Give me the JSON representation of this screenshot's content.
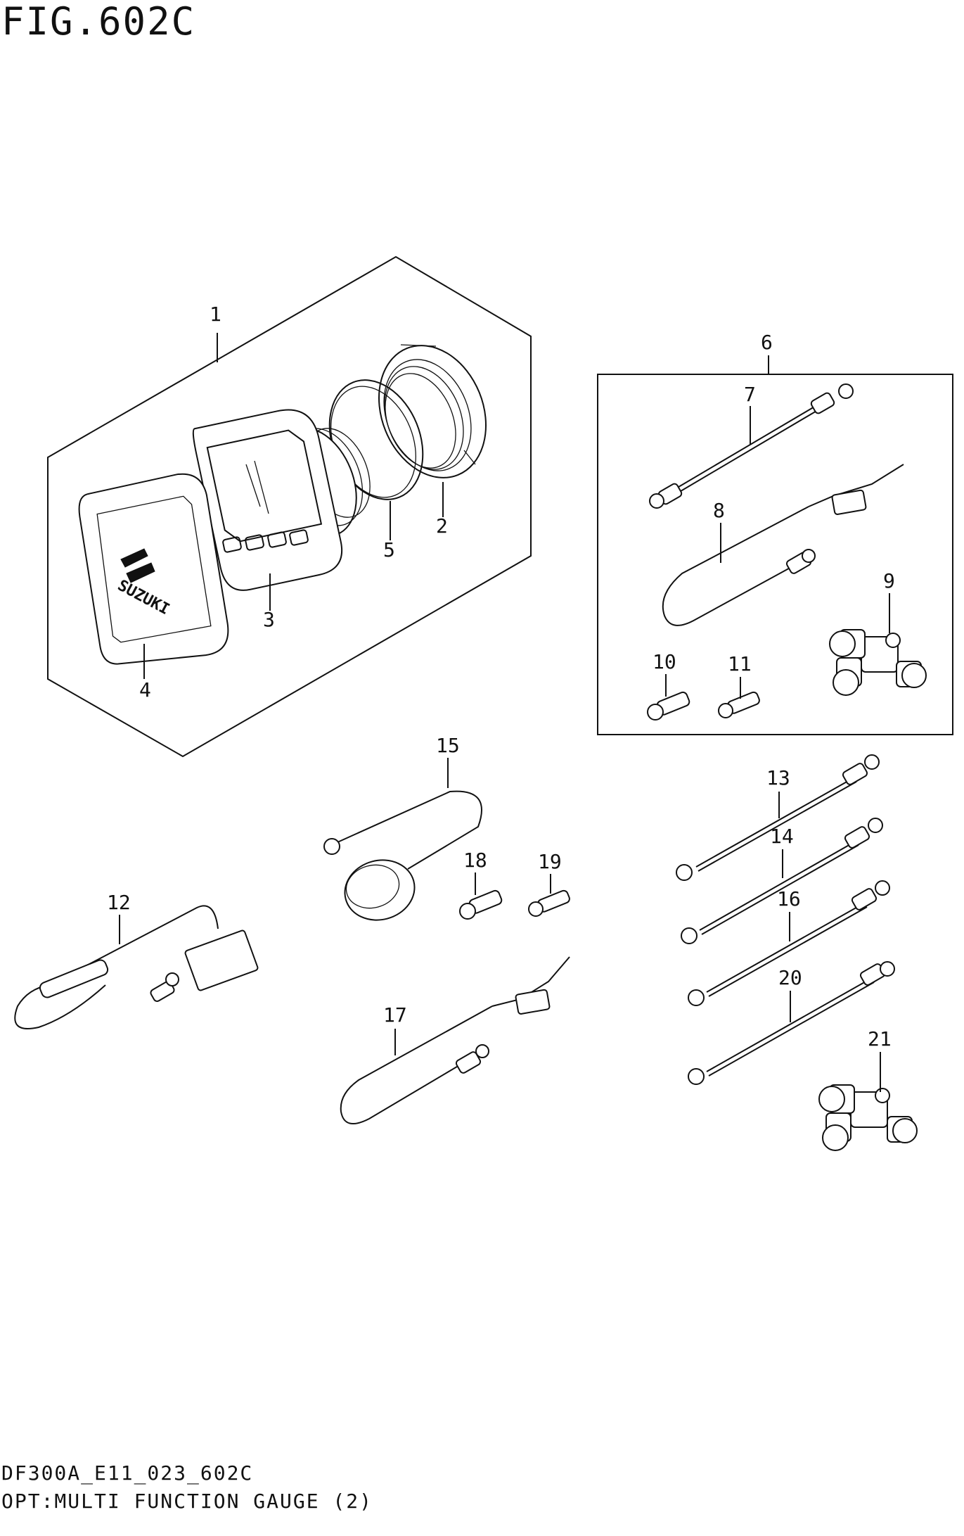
{
  "figure": {
    "title": "FIG.602C",
    "footer_code": "DF300A_E11_023_602C",
    "footer_description": "OPT:MULTI FUNCTION GAUGE (2)"
  },
  "gauge_logo_text": "SUZUKI",
  "callouts": [
    "1",
    "2",
    "3",
    "4",
    "5",
    "6",
    "7",
    "8",
    "9",
    "10",
    "11",
    "12",
    "13",
    "14",
    "15",
    "16",
    "17",
    "18",
    "19",
    "20",
    "21"
  ]
}
